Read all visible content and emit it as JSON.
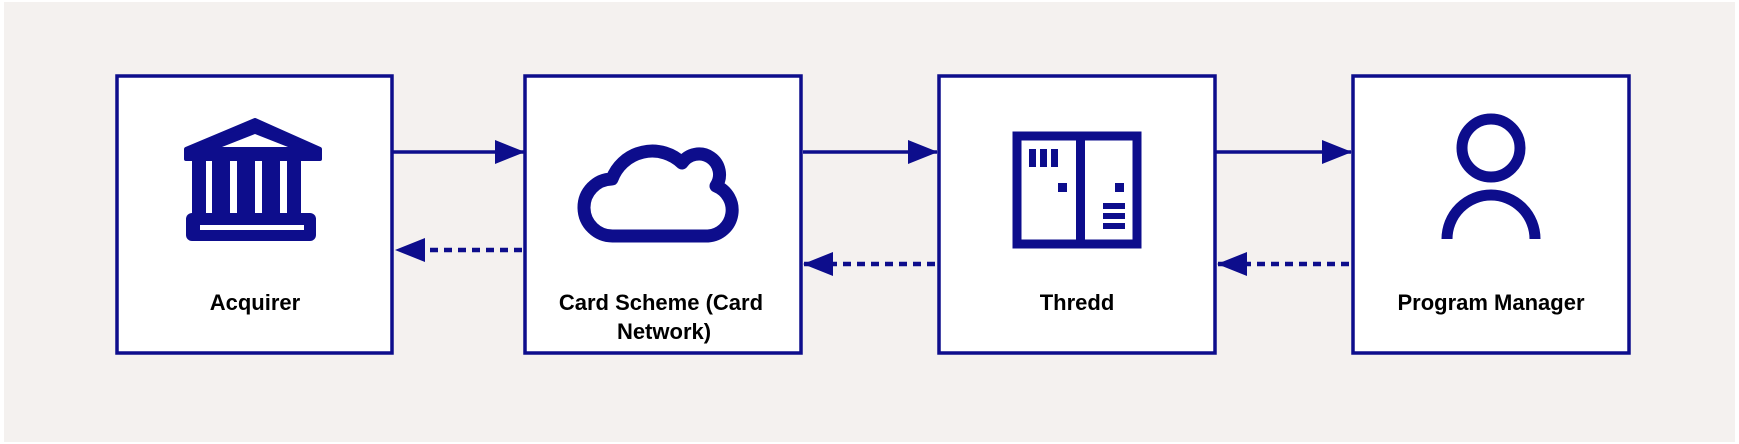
{
  "colors": {
    "stroke": "#0d0d8c",
    "background": "#f4f1ef",
    "box_fill": "#ffffff",
    "text": "#000000"
  },
  "nodes": [
    {
      "id": "acquirer",
      "icon": "bank-icon",
      "label_lines": [
        "Acquirer"
      ]
    },
    {
      "id": "card-scheme",
      "icon": "cloud-icon",
      "label_lines": [
        "Card Scheme (Card",
        "Network)"
      ]
    },
    {
      "id": "thredd",
      "icon": "server-rack-icon",
      "label_lines": [
        "Thredd"
      ]
    },
    {
      "id": "program-manager",
      "icon": "user-icon",
      "label_lines": [
        "Program Manager"
      ]
    }
  ],
  "edges": [
    {
      "from": "acquirer",
      "to": "card-scheme",
      "style": "solid"
    },
    {
      "from": "card-scheme",
      "to": "acquirer",
      "style": "dotted"
    },
    {
      "from": "card-scheme",
      "to": "thredd",
      "style": "solid"
    },
    {
      "from": "thredd",
      "to": "card-scheme",
      "style": "dotted"
    },
    {
      "from": "thredd",
      "to": "program-manager",
      "style": "solid"
    },
    {
      "from": "program-manager",
      "to": "thredd",
      "style": "dotted"
    }
  ]
}
